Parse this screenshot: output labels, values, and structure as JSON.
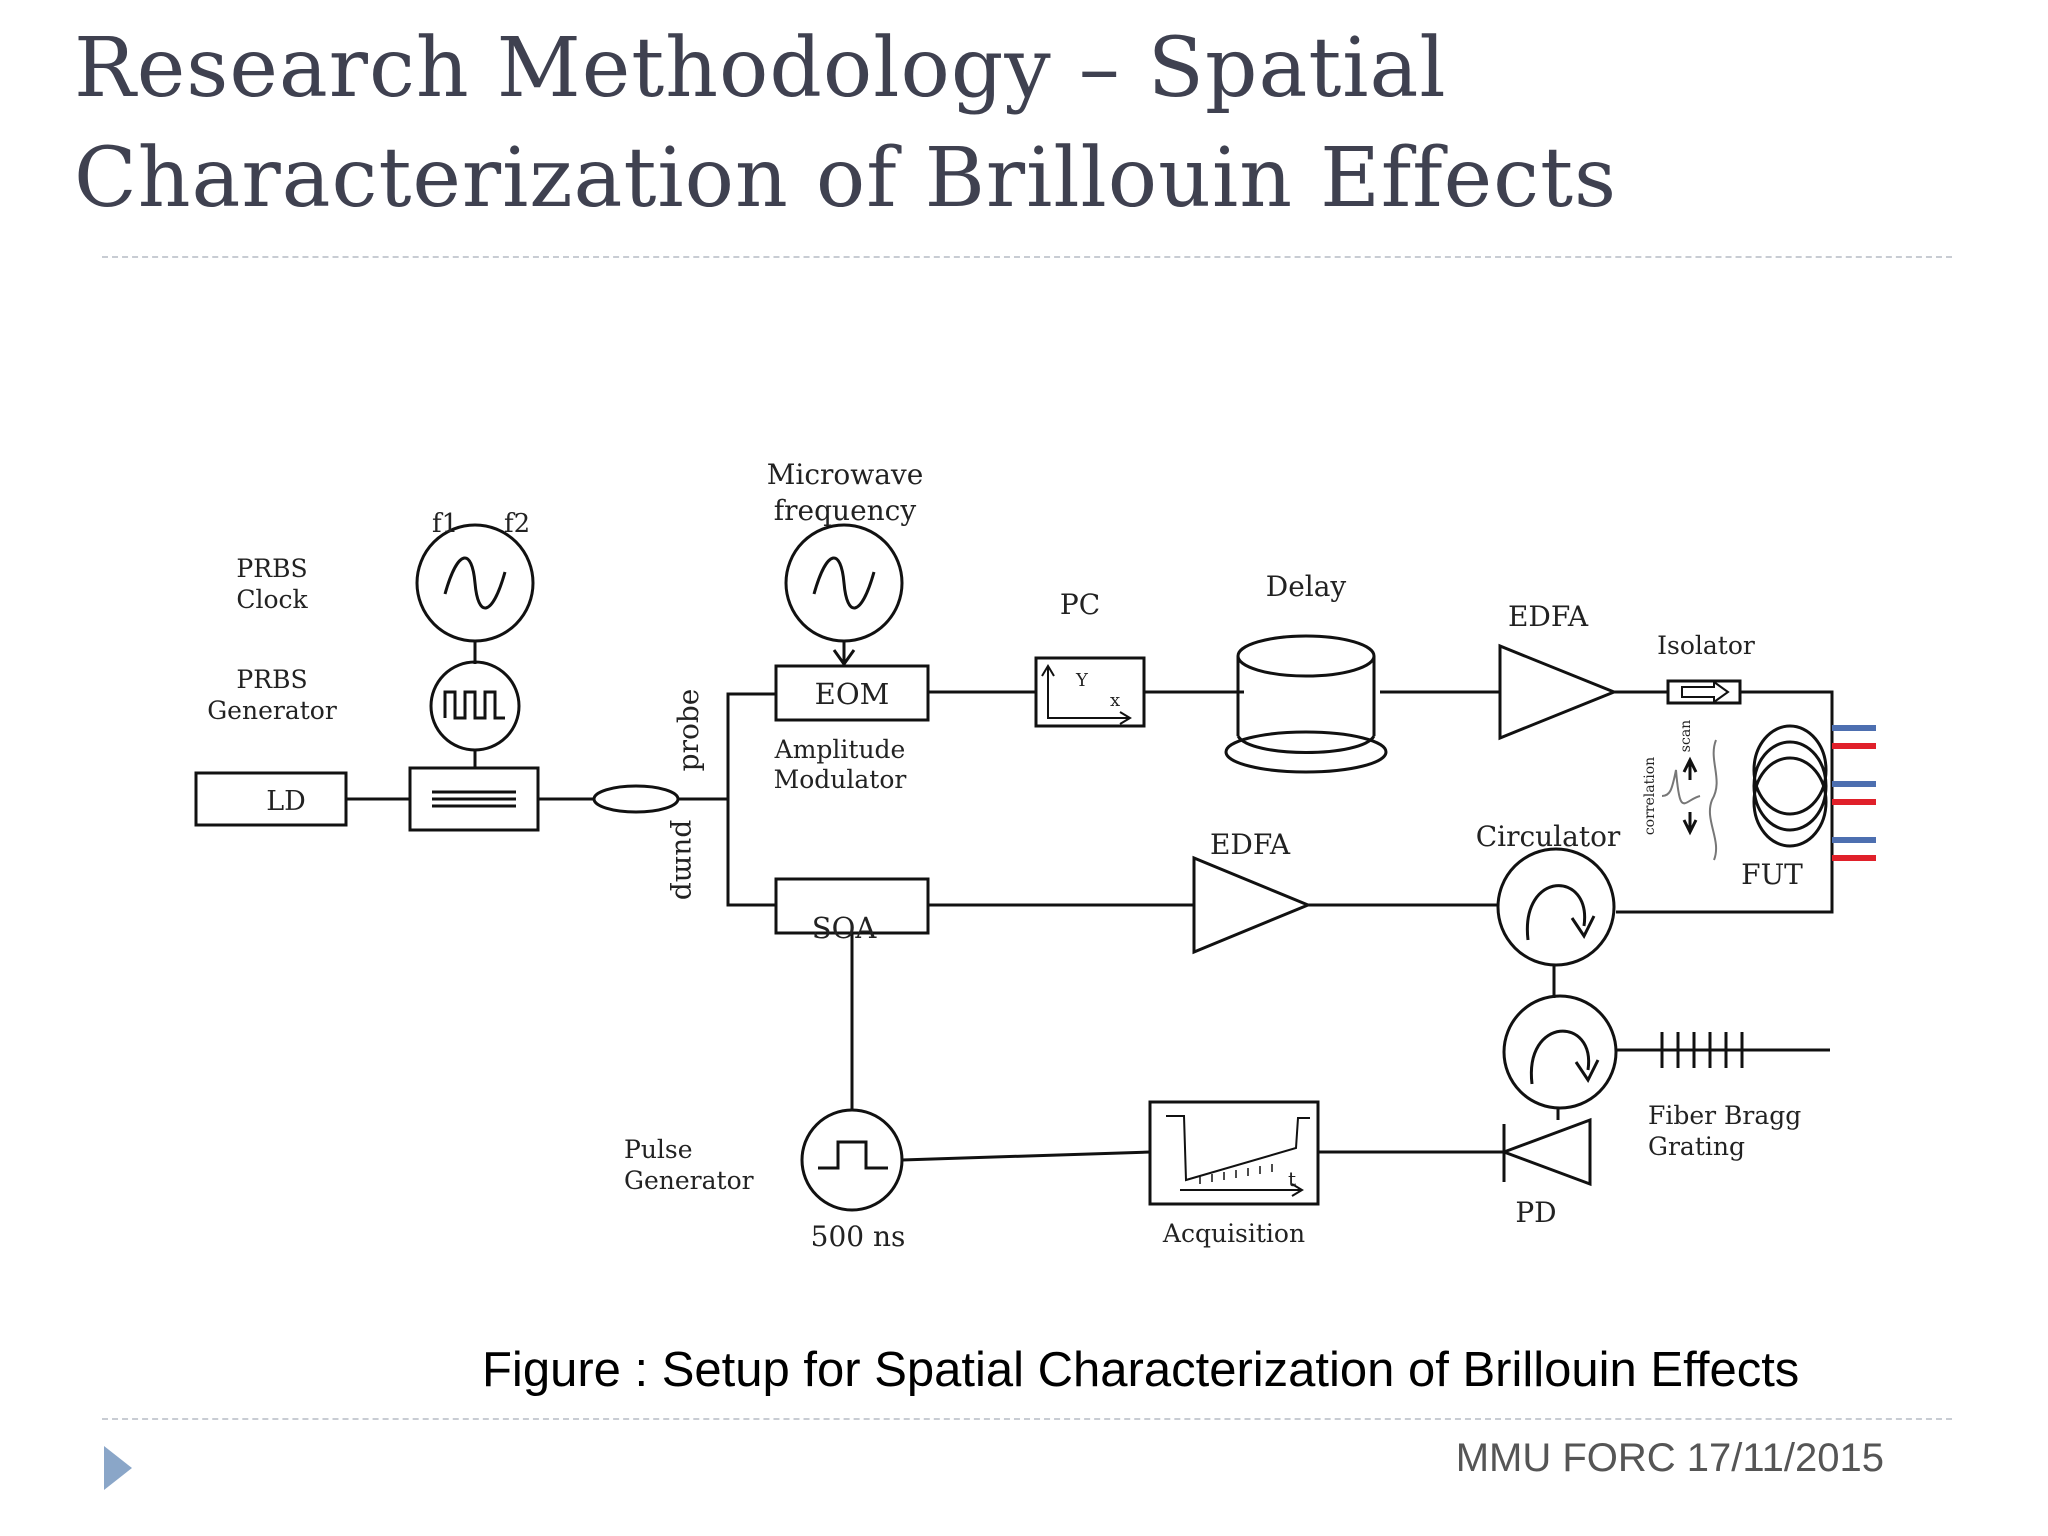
{
  "slide": {
    "title_line1": "Research Methodology – Spatial",
    "title_line2": "Characterization of Brillouin Effects",
    "caption": "Figure : Setup for Spatial Characterization of Brillouin Effects",
    "footer": "MMU FORC 17/11/2015"
  },
  "diagram": {
    "prbs_clock": [
      "PRBS",
      "Clock"
    ],
    "prbs_generator": [
      "PRBS",
      "Generator"
    ],
    "f1": "f1",
    "f2": "f2",
    "ld": "LD",
    "microwave": [
      "Microwave",
      "frequency"
    ],
    "probe": "probe",
    "pump": "pump",
    "eom": "EOM",
    "amplitude_modulator": [
      "Amplitude",
      "Modulator"
    ],
    "pc": "PC",
    "pc_y": "Y",
    "pc_x": "x",
    "delay": "Delay",
    "edfa_top": "EDFA",
    "isolator": "Isolator",
    "scan": "scan",
    "correlation": "correlation",
    "fut": "FUT",
    "soa": "SOA",
    "edfa_bottom": "EDFA",
    "circulator": "Circulator",
    "fbg": [
      "Fiber Bragg",
      "Grating"
    ],
    "pulse_generator": [
      "Pulse",
      "Generator"
    ],
    "pulse_width": "500 ns",
    "acquisition": "Acquisition",
    "acq_t": "t",
    "pd": "PD",
    "colors": {
      "f1": "#d62020",
      "f2": "#2e6fc4",
      "fut_red": "#e0202a",
      "fut_blue": "#4d6fb0"
    }
  }
}
